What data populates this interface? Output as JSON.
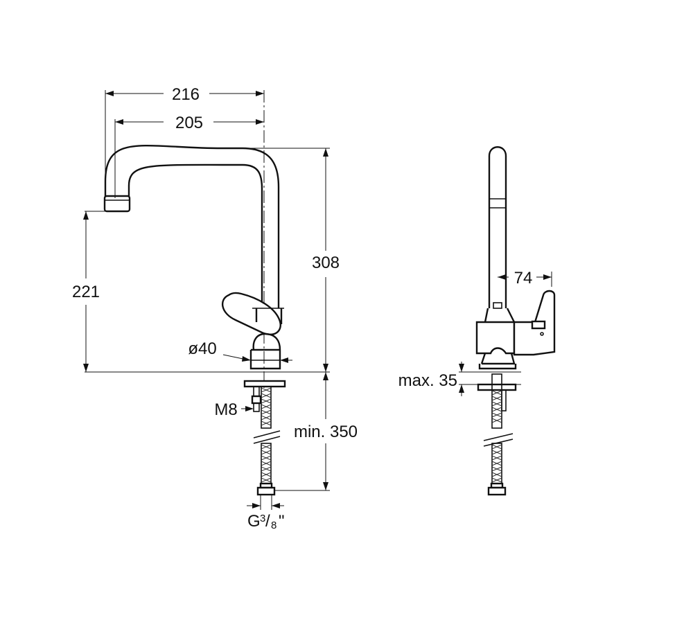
{
  "dimensions": {
    "width_total": "216",
    "width_spout": "205",
    "height_total": "308",
    "height_spout": "221",
    "diameter_base": "ø40",
    "thread_rod": "M8",
    "hose_length": "min. 350",
    "connection_main": "G",
    "connection_sup": "3",
    "connection_sub": "8",
    "connection_end": "\"",
    "handle_offset": "74",
    "worktop_thickness": "max. 35"
  }
}
